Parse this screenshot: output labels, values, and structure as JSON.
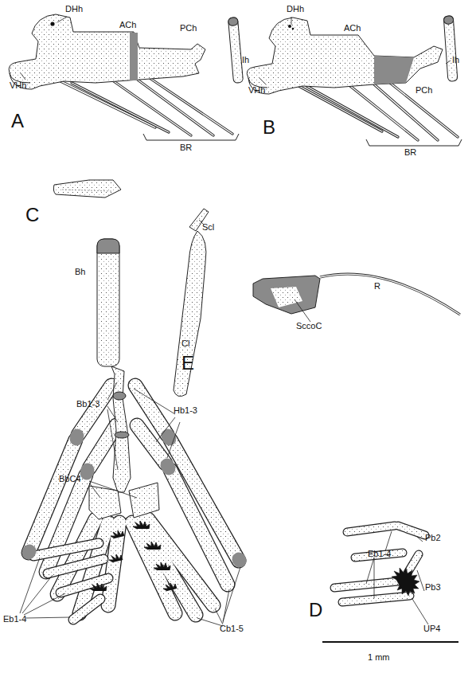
{
  "diagram": {
    "labels": [
      "DHh",
      "ACh",
      "PCh",
      "Ih",
      "VHh",
      "A",
      "BR",
      "DHh",
      "ACh",
      "Ih",
      "VHh",
      "PCh",
      "B",
      "BR",
      "C",
      "Scl",
      "Bh",
      "Cl",
      "E",
      "R",
      "SccoC",
      "Bb1-3",
      "Hb1-3",
      "BbC4",
      "Pb2",
      "Eb1-4",
      "Pb3",
      "D",
      "UP4",
      "Eb1-4",
      "Cb1-5",
      "1 mm"
    ]
  }
}
